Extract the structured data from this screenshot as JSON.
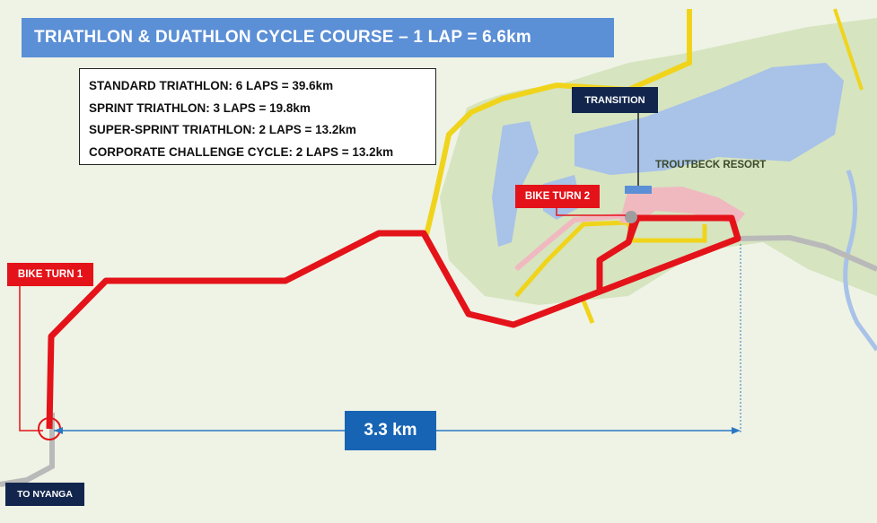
{
  "title": "TRIATHLON & DUATHLON CYCLE COURSE – 1 LAP = 6.6km",
  "laps": [
    "STANDARD TRIATHLON: 6 LAPS = 39.6km",
    "SPRINT TRIATHLON: 3 LAPS = 19.8km",
    "SUPER-SPRINT TRIATHLON: 2 LAPS = 13.2km",
    "CORPORATE CHALLENGE CYCLE: 2 LAPS = 13.2km"
  ],
  "labels": {
    "bike_turn_1": "BIKE TURN 1",
    "bike_turn_2": "BIKE TURN 2",
    "transition": "TRANSITION",
    "resort": "TROUTBECK RESORT",
    "to_nyanga": "TO NYANGA",
    "distance": "3.3 km"
  },
  "colors": {
    "course": "#e4131a",
    "yellow_road": "#f0d41c",
    "grey_road": "#b9b9b9",
    "water": "#a8c2e8",
    "resort_land": "#d6e4c0",
    "banner": "#5b8fd6",
    "navy_label": "#12264d",
    "distance_box": "#1864b4"
  }
}
